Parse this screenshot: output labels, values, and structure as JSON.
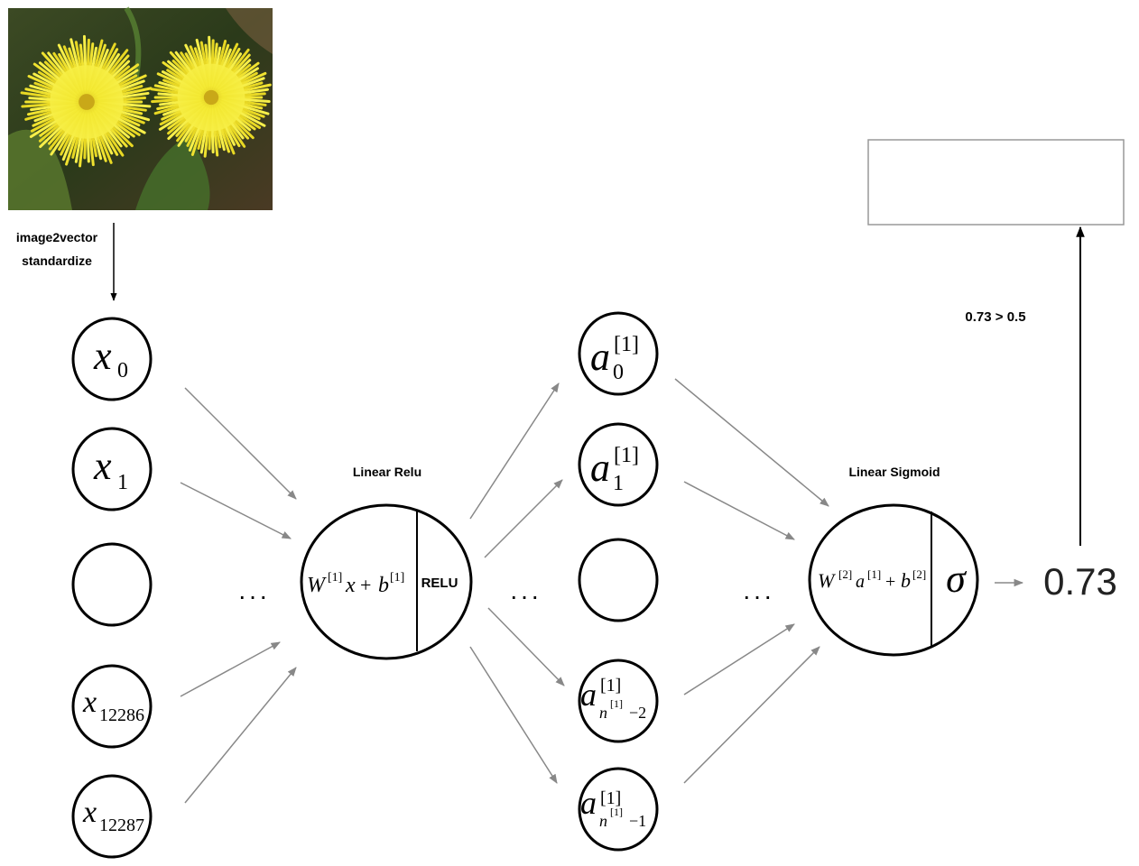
{
  "preprocess": {
    "line1": "image2vector",
    "line2": "standardize"
  },
  "inputs": [
    {
      "base": "x",
      "sub": "0"
    },
    {
      "base": "x",
      "sub": "1"
    },
    {
      "base": "",
      "sub": ""
    },
    {
      "base": "x",
      "sub": "12286"
    },
    {
      "base": "x",
      "sub": "12287"
    }
  ],
  "hidden_label": "Linear Relu",
  "hidden_formula": {
    "w": "W",
    "w_sup": "[1]",
    "x": "x",
    "plus": "+",
    "b": "b",
    "b_sup": "[1]"
  },
  "relu": "RELU",
  "activations": [
    {
      "base": "a",
      "sup": "[1]",
      "sub": "0"
    },
    {
      "base": "a",
      "sup": "[1]",
      "sub": "1"
    },
    {
      "base": "",
      "sup": "",
      "sub": ""
    },
    {
      "base": "a",
      "sup": "[1]",
      "sub_n": "n",
      "sub_n_sup": "[1]",
      "sub_tail": "−2"
    },
    {
      "base": "a",
      "sup": "[1]",
      "sub_n": "n",
      "sub_n_sup": "[1]",
      "sub_tail": "−1"
    }
  ],
  "output_label": "Linear Sigmoid",
  "output_formula": {
    "w": "W",
    "w_sup": "[2]",
    "a": "a",
    "a_sup": "[1]",
    "plus": "+",
    "b": "b",
    "b_sup": "[2]"
  },
  "sigma": "σ",
  "ellipsis": "...",
  "prediction": "0.73",
  "threshold": "0.73 > 0.5",
  "result_box_text": ""
}
